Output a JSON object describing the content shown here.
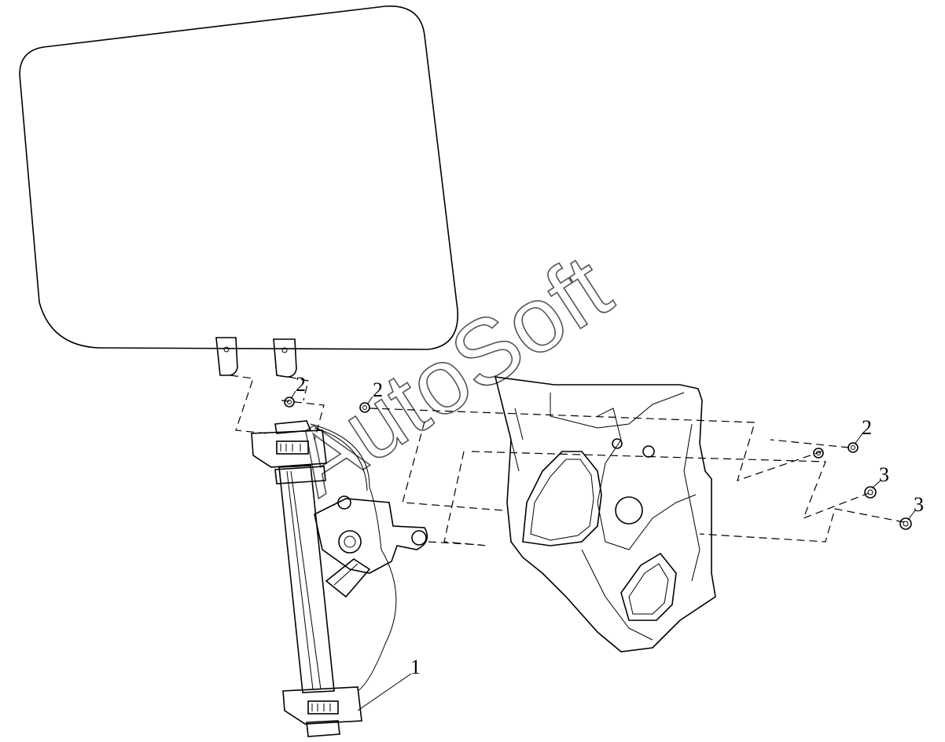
{
  "watermark": "AutoSoft",
  "callouts": {
    "window_regulator": "1",
    "nut_left_a": "2",
    "nut_left_b": "2",
    "nut_right": "2",
    "bolt_right_a": "3",
    "bolt_right_b": "3"
  }
}
